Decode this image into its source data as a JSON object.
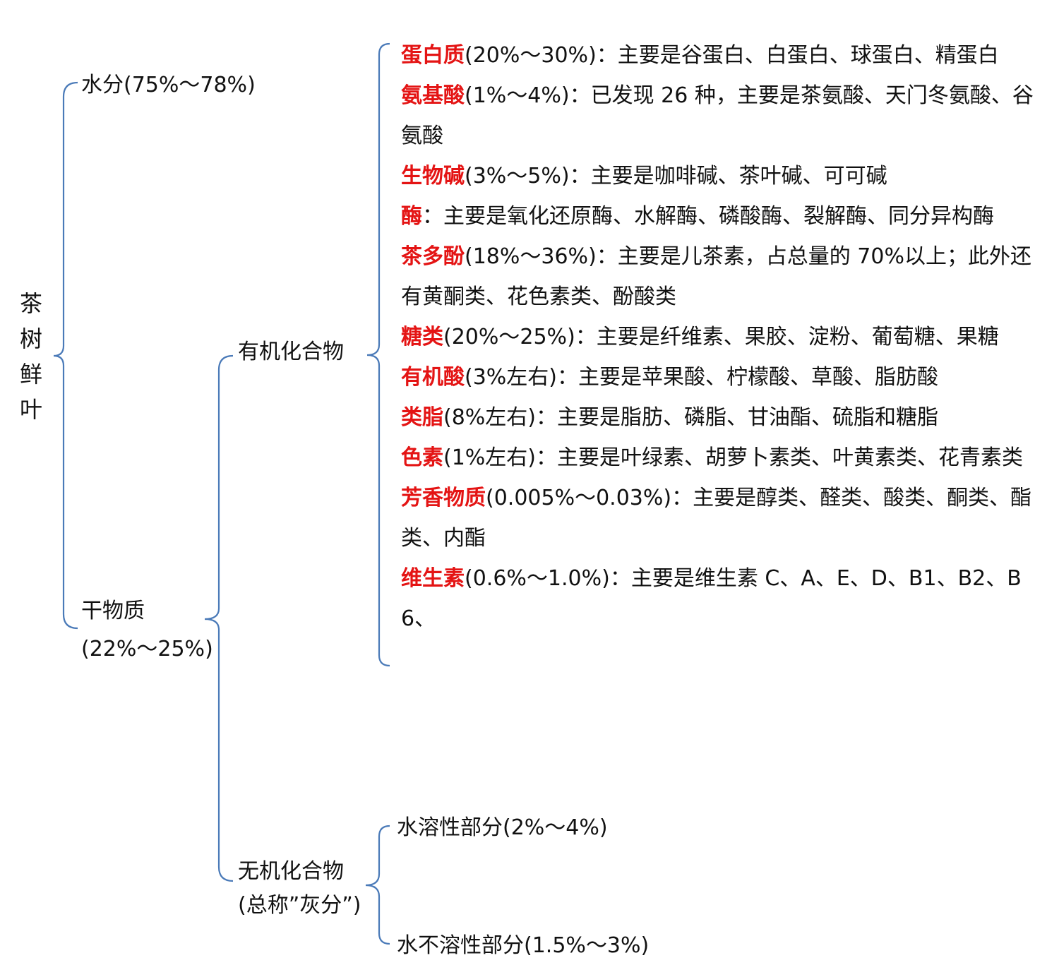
{
  "root": {
    "chars": [
      "茶",
      "树",
      "鲜",
      "叶"
    ]
  },
  "level1": {
    "water": "水分(75%～78%)",
    "dry_line1": "干物质",
    "dry_line2": "(22%～25%)"
  },
  "level2": {
    "organic": "有机化合物",
    "inorganic_line1": "无机化合物",
    "inorganic_line2": "(总称”灰分”)"
  },
  "organic_items": [
    {
      "name": "蛋白质",
      "desc": "(20%～30%)：主要是谷蛋白、白蛋白、球蛋白、精蛋白"
    },
    {
      "name": "氨基酸",
      "desc": "(1%～4%)：已发现 26 种，主要是茶氨酸、天门冬氨酸、谷氨酸"
    },
    {
      "name": "生物碱",
      "desc": "(3%～5%)：主要是咖啡碱、茶叶碱、可可碱"
    },
    {
      "name": "酶",
      "desc": "：主要是氧化还原酶、水解酶、磷酸酶、裂解酶、同分异构酶"
    },
    {
      "name": "茶多酚",
      "desc": "(18%～36%)：主要是儿茶素，占总量的 70%以上；此外还有黄酮类、花色素类、酚酸类"
    },
    {
      "name": "糖类",
      "desc": "(20%～25%)：主要是纤维素、果胶、淀粉、葡萄糖、果糖"
    },
    {
      "name": "有机酸",
      "desc": "(3%左右)：主要是苹果酸、柠檬酸、草酸、脂肪酸"
    },
    {
      "name": "类脂",
      "desc": "(8%左右)：主要是脂肪、磷脂、甘油酯、硫脂和糖脂"
    },
    {
      "name": "色素",
      "desc": "(1%左右)：主要是叶绿素、胡萝卜素类、叶黄素类、花青素类"
    },
    {
      "name": "芳香物质",
      "desc": "(0.005%～0.03%)：主要是醇类、醛类、酸类、酮类、酯类、内酯"
    },
    {
      "name": "维生素",
      "desc": "(0.6%～1.0%)：主要是维生素 C、A、E、D、B1、B2、B6、"
    }
  ],
  "inorganic_items": {
    "soluble": "水溶性部分(2%～4%)",
    "insoluble": "水不溶性部分(1.5%～3%)"
  },
  "colors": {
    "brace": "#4a7ab8",
    "highlight": "#e41414",
    "text": "#111111"
  }
}
